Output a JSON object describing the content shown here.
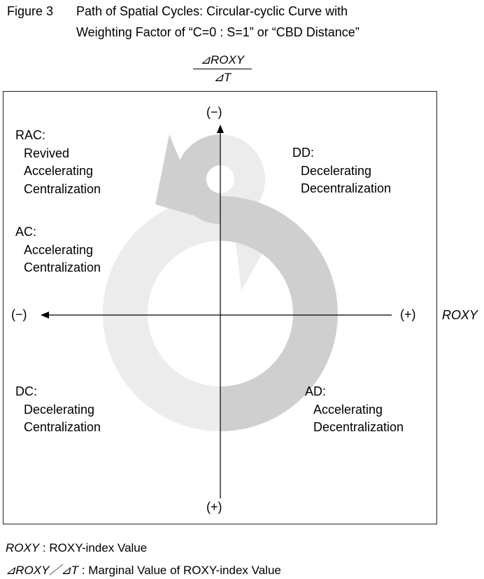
{
  "figure": {
    "number": "Figure 3",
    "title_line1": "Path of Spatial Cycles: Circular-cyclic Curve with",
    "title_line2": "Weighting Factor of “C=0 : S=1” or “CBD Distance”"
  },
  "y_axis": {
    "numerator": "⊿ROXY",
    "denominator": "⊿T",
    "top_sign": "(−)",
    "bottom_sign": "(+)"
  },
  "x_axis": {
    "name": "ROXY",
    "left_sign": "(−)",
    "right_sign": "(+)"
  },
  "quadrants": {
    "rac": {
      "code": "RAC:",
      "line1": "Revived",
      "line2": "Accelerating",
      "line3": "Centralization"
    },
    "dd": {
      "code": "DD:",
      "line1": "Decelerating",
      "line2": "Decentralization"
    },
    "ac": {
      "code": "AC:",
      "line1": "Accelerating",
      "line2": "Centralization"
    },
    "dc": {
      "code": "DC:",
      "line1": "Decelerating",
      "line2": "Centralization"
    },
    "ad": {
      "code": "AD:",
      "line1": "Accelerating",
      "line2": "Decentralization"
    }
  },
  "legend": {
    "item1_term": "ROXY",
    "item1_text": " : ROXY-index Value",
    "item2_term": "⊿ROXY／⊿T",
    "item2_text": " : Marginal Value of ROXY-index Value"
  },
  "colors": {
    "light_arrow": "#ececec",
    "dark_arrow": "#cfcfcf",
    "axis": "#000000"
  }
}
